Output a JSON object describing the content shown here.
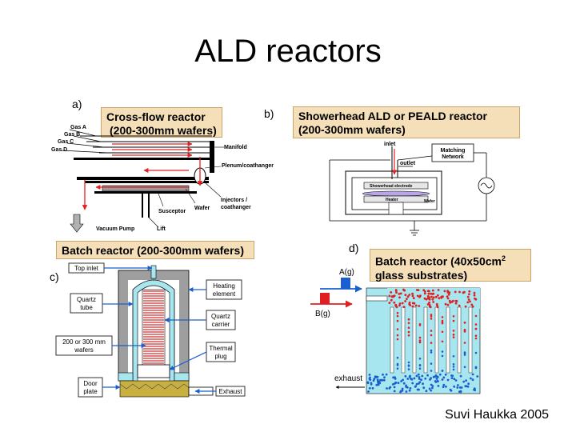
{
  "title": "ALD reactors",
  "credit": "Suvi Haukka 2005",
  "panels": {
    "a": {
      "tag": "a)",
      "box_line1": "Cross-flow reactor",
      "box_line2": "(200-300mm wafers)",
      "labels": {
        "gas_a": "Gas A",
        "gas_b": "Gas B",
        "gas_c": "Gas C",
        "gas_d": "Gas D",
        "manifold": "Manifold",
        "plenum": "Plenum/coathanger",
        "injectors1": "Injectors /",
        "injectors2": "coathanger",
        "wafer": "Wafer",
        "susceptor": "Susceptor",
        "lift": "Lift",
        "vacuum_pump": "Vacuum Pump"
      }
    },
    "b": {
      "tag": "b)",
      "box_line1": "Showerhead ALD or PEALD reactor",
      "box_line2": "(200-300mm wafers)",
      "labels": {
        "inlet": "inlet",
        "outlet": "outlet",
        "matching1": "Matching",
        "matching2": "Network",
        "showerhead": "Showerhead electrode",
        "heater": "Heater",
        "wafer": "Wafer"
      }
    },
    "c": {
      "tag": "c)",
      "box_line1": "Batch reactor (200-300mm wafers)",
      "labels": {
        "top_inlet": "Top inlet",
        "quartz_tube1": "Quartz",
        "quartz_tube2": "tube",
        "wafers1": "200 or 300 mm",
        "wafers2": "wafers",
        "door1": "Door",
        "door2": "plate",
        "heating1": "Heating",
        "heating2": "element",
        "carrier1": "Quartz",
        "carrier2": "carrier",
        "plug1": "Thermal",
        "plug2": "plug",
        "exhaust": "Exhaust"
      }
    },
    "d": {
      "tag": "d)",
      "box_line1": "Batch reactor (40x50cm",
      "box_sup": "2",
      "box_line2": "glass substrates)",
      "labels": {
        "a_gas": "A(g)",
        "b_gas": "B(g)",
        "exhaust": "exhaust"
      }
    }
  },
  "colors": {
    "box_fill": "#f5dfb8",
    "flow_red": "#e02020",
    "flow_blue": "#1a5fd0",
    "cyan": "#a8e6ef"
  }
}
